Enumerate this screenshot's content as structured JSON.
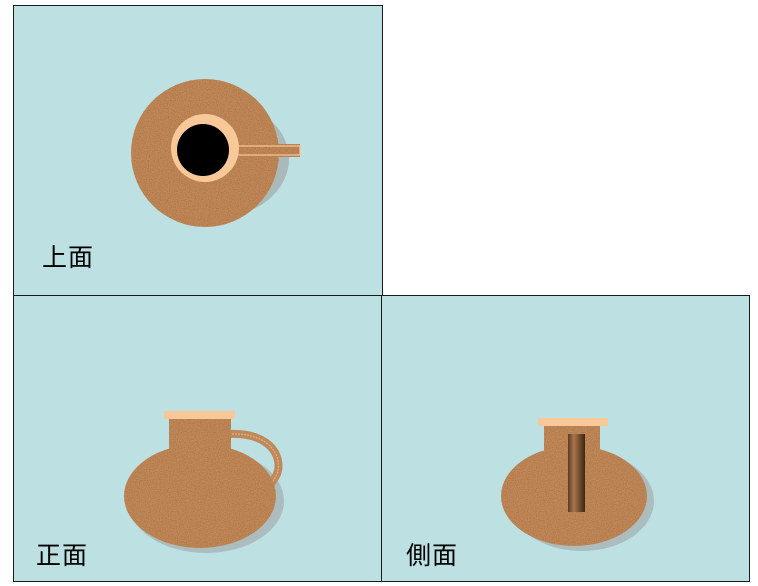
{
  "views": {
    "top": {
      "label": "上面"
    },
    "front": {
      "label": "正面"
    },
    "side": {
      "label": "側面"
    }
  },
  "colors": {
    "panel_bg": "#bde0e3",
    "border": "#1a1a1a",
    "cork": "#bf8a5b",
    "rim": "#f8c898",
    "opening": "#000000",
    "handle_side_dark": "#6e4a2a"
  }
}
